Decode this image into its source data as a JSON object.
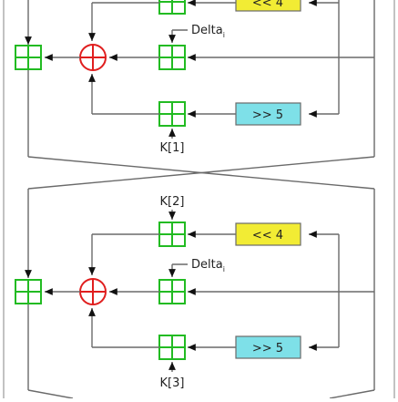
{
  "round1": {
    "shift_left_label": "<< 4",
    "delta_label": "Delta",
    "delta_subscript": "i",
    "shift_right_label": ">> 5",
    "key_bottom_label": "K[1]"
  },
  "round2": {
    "key_top_label": "K[2]",
    "shift_left_label": "<< 4",
    "delta_label": "Delta",
    "delta_subscript": "i",
    "shift_right_label": ">> 5",
    "key_bottom_label": "K[3]"
  },
  "colors": {
    "adder_green": "#22bb22",
    "xor_red": "#e01e1e",
    "shift_left_fill": "#f2ec34",
    "shift_right_fill": "#7ee0e8",
    "line_gray": "#6a6a6a",
    "arrow_black": "#111111"
  }
}
